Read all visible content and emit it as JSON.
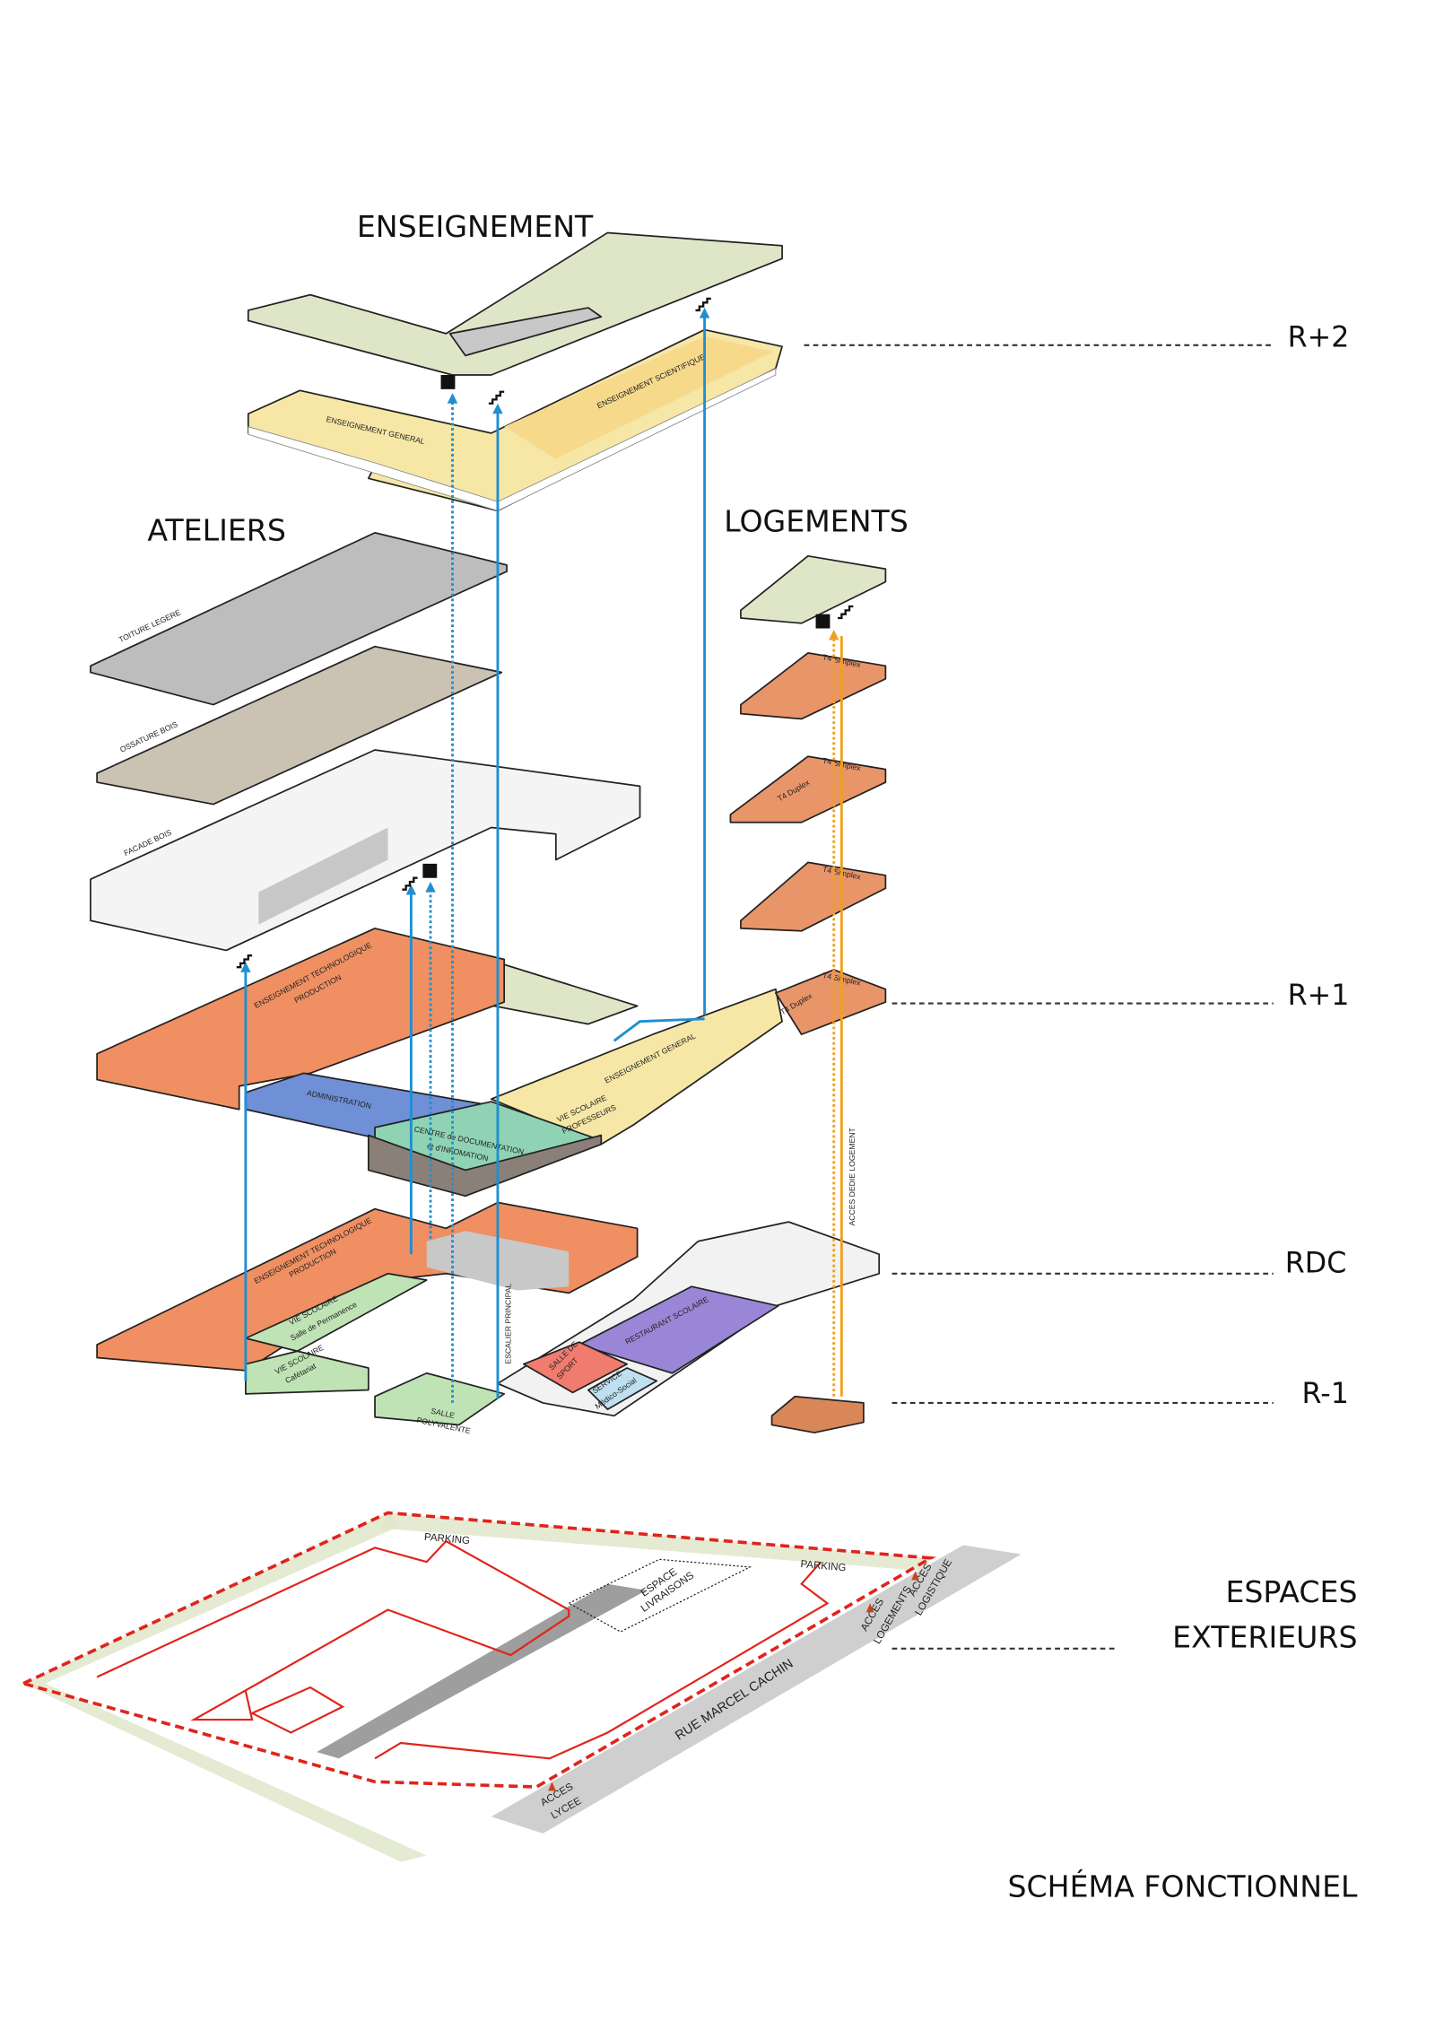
{
  "titles": {
    "enseignement": "ENSEIGNEMENT",
    "ateliers": "ATELIERS",
    "logements": "LOGEMENTS",
    "espaces_line1": "ESPACES",
    "espaces_line2": "EXTERIEURS",
    "schema": "SCHÉMA FONCTIONNEL"
  },
  "levels": {
    "r2": "R+2",
    "r1": "R+1",
    "rdc": "RDC",
    "rm1": "R-1"
  },
  "ateliers_layers": {
    "toiture": "TOITURE LEGERE",
    "ossature": "OSSATURE BOIS",
    "facade": "FACADE BOIS"
  },
  "rooms": {
    "ens_general_r2": "ENSEIGNEMENT GENERAL",
    "ens_scientifique": "ENSEIGNEMENT SCIENTIFIQUE",
    "ens_techno_r1_l1": "ENSEIGNEMENT TECHNOLOGIQUE",
    "ens_techno_r1_l2": "PRODUCTION",
    "administration": "ADMINISTRATION",
    "cdi_l1": "CENTRE de DOCUMENTATION",
    "cdi_l2": "et d'INFOMATION",
    "vie_prof_l1": "VIE SCOLAIRE",
    "vie_prof_l2": "PROFESSEURS",
    "ens_general_r1": "ENSEIGNEMENT GENERAL",
    "ens_techno_rdc_l1": "ENSEIGNEMENT TECHNOLOGIQUE",
    "ens_techno_rdc_l2": "PRODUCTION",
    "vie_perm_l1": "VIE SCOLAIRE",
    "vie_perm_l2": "Salle de Permanence",
    "vie_cafe_l1": "VIE SCOLAIRE",
    "vie_cafe_l2": "Cafétariat",
    "salle_poly_l1": "SALLE",
    "salle_poly_l2": "POLYVALENTE",
    "escalier": "ESCALIER PRINCIPAL",
    "salle_sport_l1": "SALLE DE",
    "salle_sport_l2": "SPORT",
    "service_l1": "SERVICE",
    "service_l2": "Médico-Social",
    "restaurant": "RESTAURANT SCOLAIRE",
    "acces_logement": "ACCES DEDIE LOGEMENT"
  },
  "logements": {
    "t4_simplex": "T4 Simplex",
    "t4_duplex": "T4 Duplex"
  },
  "site": {
    "parking_1": "PARKING",
    "parking_2": "PARKING",
    "livraisons_l1": "ESPACE",
    "livraisons_l2": "LIVRAISONS",
    "rue": "RUE MARCEL CACHIN",
    "acces_lycee_l1": "ACCES",
    "acces_lycee_l2": "LYCEE",
    "acces_logements_l1": "ACCES",
    "acces_logements_l2": "LOGEMENTS",
    "acces_logistique_l1": "ACCES",
    "acces_logistique_l2": "LOGISTIQUE"
  },
  "colors": {
    "enseignement": "#f6e7a6",
    "enseignement_sci": "#f7d98c",
    "ateliers": "#ef8f62",
    "logements": "#e8956a",
    "administration": "#6f8fd6",
    "cdi": "#8fd3b4",
    "vie_scolaire": "#bfe3b4",
    "restaurant": "#9a86d6",
    "salle_sport": "#f07b6f",
    "service": "#bfe0f0",
    "terrace": "#dfe6c8",
    "circulation_lycee": "#1f8fd1",
    "circulation_logement": "#f0a020",
    "site_boundary": "#e0241b",
    "street": "#cfcfcf"
  },
  "icons": [
    "stairs-icon",
    "wheelchair-elevator-icon",
    "access-arrow-icon"
  ]
}
